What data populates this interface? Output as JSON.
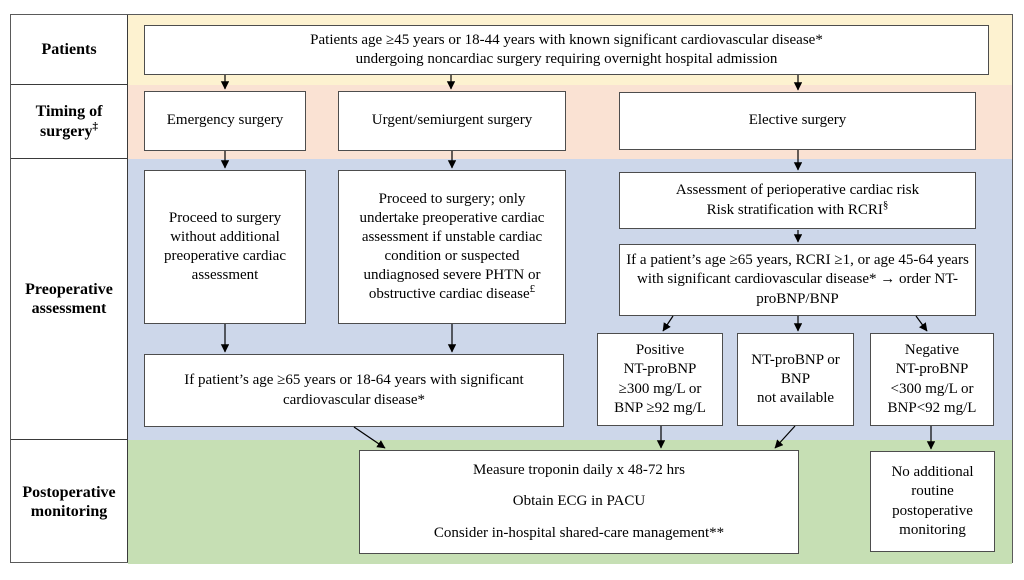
{
  "palette": {
    "band_patients": "#fdf2d0",
    "band_timing": "#fae2d3",
    "band_preop": "#cdd7ea",
    "band_postop": "#c6dfb4",
    "box_border": "#4d4d4d",
    "arrow_color": "#000000"
  },
  "row_labels": {
    "patients": {
      "text": "Patients",
      "sup": ""
    },
    "timing": {
      "text": "Timing of surgery",
      "sup": "‡"
    },
    "preop": {
      "text": "Preoperative assessment",
      "sup": ""
    },
    "postop": {
      "text": "Postoperative monitoring",
      "sup": ""
    }
  },
  "boxes": {
    "patients": {
      "lines": [
        "Patients age ≥45 years or 18-44 years with known significant cardiovascular disease*",
        "undergoing noncardiac surgery requiring overnight hospital admission"
      ]
    },
    "emergency": {
      "text": "Emergency surgery"
    },
    "urgent": {
      "text": "Urgent/semiurgent surgery"
    },
    "elective": {
      "text": "Elective surgery"
    },
    "proceed_no_assessment": {
      "text": "Proceed to surgery without additional preoperative cardiac assessment"
    },
    "proceed_conditional": {
      "text": "Proceed to surgery; only undertake preoperative cardiac assessment if unstable cardiac condition or suspected undiagnosed severe PHTN or obstructive cardiac disease",
      "sup": "£"
    },
    "risk_assessment": {
      "line1": "Assessment of perioperative cardiac risk",
      "line2": "Risk stratification with RCRI",
      "sup": "§"
    },
    "order_bnp": {
      "text": "If a patient’s age ≥65 years, RCRI ≥1, or age 45-64 years with significant cardiovascular disease* → order NT-proBNP/BNP"
    },
    "positive_bnp": {
      "lines": [
        "Positive",
        "NT-proBNP",
        "≥300 mg/L or",
        "BNP ≥92 mg/L"
      ]
    },
    "bnp_not_available": {
      "lines": [
        "NT-proBNP or",
        "BNP",
        "not available"
      ]
    },
    "negative_bnp": {
      "lines": [
        "Negative",
        "NT-proBNP",
        "<300 mg/L or",
        "BNP<92 mg/L"
      ]
    },
    "age_65_cvd": {
      "text": "If patient’s age ≥65 years or 18-64 years with significant cardiovascular disease*"
    },
    "postop_monitoring": {
      "lines": [
        "Measure troponin daily x 48-72 hrs",
        "Obtain ECG in PACU",
        "Consider in-hospital shared-care management**"
      ]
    },
    "no_additional": {
      "lines": [
        "No additional",
        "routine",
        "postoperative",
        "monitoring"
      ]
    }
  },
  "arrows": [
    [
      214,
      60,
      214,
      74
    ],
    [
      440,
      60,
      440,
      74
    ],
    [
      787,
      60,
      787,
      75
    ],
    [
      214,
      136,
      214,
      153
    ],
    [
      441,
      136,
      441,
      153
    ],
    [
      787,
      135,
      787,
      155
    ],
    [
      787,
      215,
      787,
      227
    ],
    [
      214,
      309,
      214,
      337
    ],
    [
      441,
      309,
      441,
      337
    ],
    [
      662,
      301,
      652,
      316
    ],
    [
      787,
      301,
      787,
      316
    ],
    [
      905,
      301,
      916,
      316
    ],
    [
      343,
      412,
      374,
      433
    ],
    [
      650,
      411,
      650,
      433
    ],
    [
      784,
      411,
      764,
      433
    ],
    [
      920,
      411,
      920,
      434
    ]
  ]
}
